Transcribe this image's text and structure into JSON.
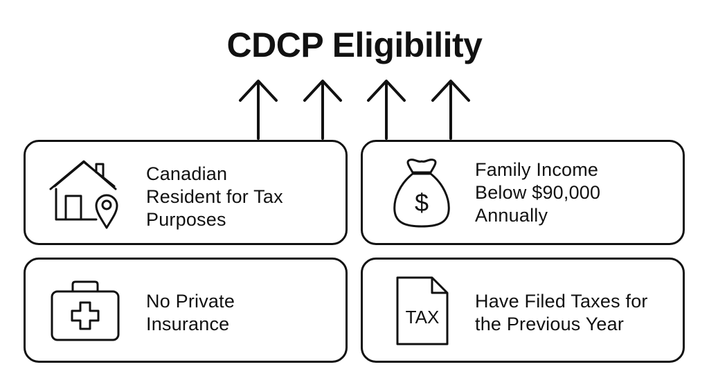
{
  "title": "CDCP Eligibility",
  "criteria": [
    {
      "label": "Canadian\nResident for Tax\nPurposes",
      "icon": "house-location-icon"
    },
    {
      "label": "Family Income\nBelow $90,000\nAnnually",
      "icon": "money-bag-icon"
    },
    {
      "label": "No Private\nInsurance",
      "icon": "medical-kit-icon"
    },
    {
      "label": "Have Filed Taxes for\nthe Previous Year",
      "icon": "tax-document-icon"
    }
  ],
  "tax_icon_text": "TAX",
  "currency_symbol": "$"
}
